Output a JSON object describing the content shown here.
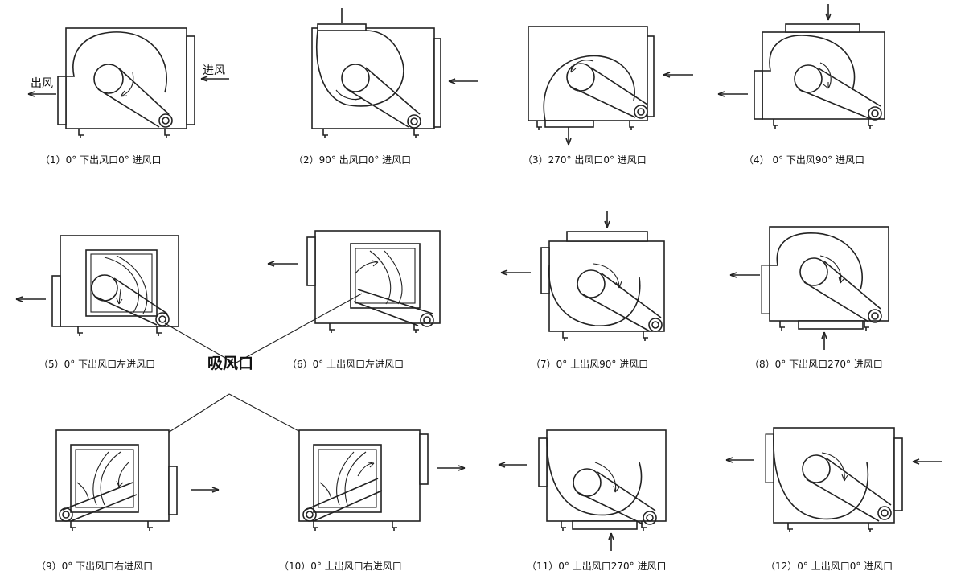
{
  "diagram": {
    "panels": [
      {
        "caption": "（1）0°  下出风口0°  进风口",
        "labels": [
          "出风",
          "进风"
        ]
      },
      {
        "caption": "（2）90°  出风口0°  进风口"
      },
      {
        "caption": "（3）270°  出风口0°  进风口"
      },
      {
        "caption": "（4） 0°  下出风90°  进风口"
      },
      {
        "caption": "（5）0°  下出风口左进风口"
      },
      {
        "caption": "（6）0°  上出风口左进风口"
      },
      {
        "caption": "（7）0°  上出风90°  进风口"
      },
      {
        "caption": "（8）0°  下出风口270°  进风口"
      },
      {
        "caption": "（9）0°  下出风口右进风口"
      },
      {
        "caption": "（10）0°  上出风口右进风口"
      },
      {
        "caption": "（11）0°  上出风口270°  进风口"
      },
      {
        "caption": "（12）0°  上出风口0°  进风口"
      }
    ],
    "center_label": "吸风口",
    "colors": {
      "line": "#222222",
      "background": "#ffffff"
    }
  }
}
